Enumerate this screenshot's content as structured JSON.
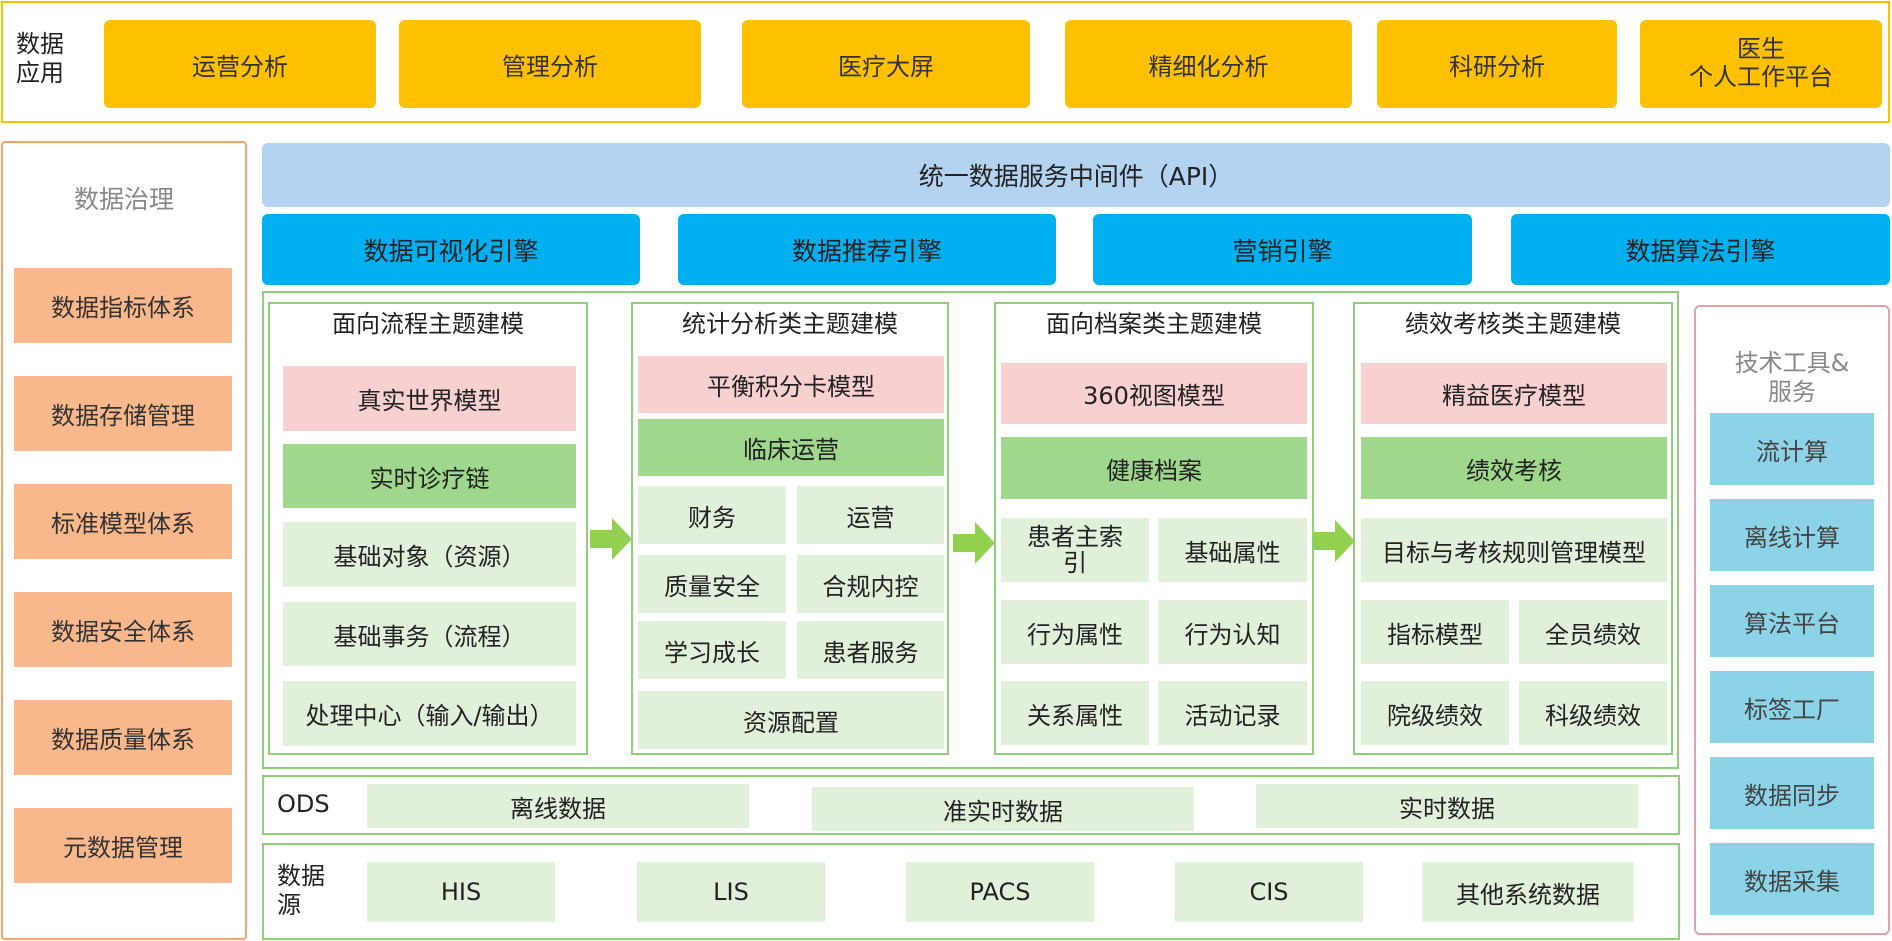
{
  "apps": {
    "label": "数据\n应用",
    "items": [
      "运营分析",
      "管理分析",
      "医疗大屏",
      "精细化分析",
      "科研分析",
      "医生\n个人工作平台"
    ]
  },
  "governance": {
    "title": "数据治理",
    "items": [
      "数据指标体系",
      "数据存储管理",
      "标准模型体系",
      "数据安全体系",
      "数据质量体系",
      "元数据管理"
    ]
  },
  "api": "统一数据服务中间件（API）",
  "engines": [
    "数据可视化引擎",
    "数据推荐引擎",
    "营销引擎",
    "数据算法引擎"
  ],
  "modeling": {
    "process": {
      "title": "面向流程主题建模",
      "pink": "真实世界模型",
      "green": "实时诊疗链",
      "rows": [
        "基础对象（资源）",
        "基础事务（流程）",
        "处理中心（输入/输出）"
      ]
    },
    "stats": {
      "title": "统计分析类主题建模",
      "pink": "平衡积分卡模型",
      "green": "临床运营",
      "cells": [
        "财务",
        "运营",
        "质量安全",
        "合规内控",
        "学习成长",
        "患者服务"
      ],
      "bottom": "资源配置"
    },
    "archive": {
      "title": "面向档案类主题建模",
      "pink": "360视图模型",
      "green": "健康档案",
      "cells": [
        "患者主索\n引",
        "基础属性",
        "行为属性",
        "行为认知",
        "关系属性",
        "活动记录"
      ]
    },
    "perf": {
      "title": "绩效考核类主题建模",
      "pink": "精益医疗模型",
      "green": "绩效考核",
      "wide": "目标与考核规则管理模型",
      "cells": [
        "指标模型",
        "全员绩效",
        "院级绩效",
        "科级绩效"
      ]
    }
  },
  "ods": {
    "label": "ODS",
    "items": [
      "离线数据",
      "准实时数据",
      "实时数据"
    ]
  },
  "sources": {
    "label": "数据\n源",
    "items": [
      "HIS",
      "LIS",
      "PACS",
      "CIS",
      "其他系统数据"
    ]
  },
  "tools": {
    "title": "技术工具&\n服务",
    "items": [
      "流计算",
      "离线计算",
      "算法平台",
      "标签工厂",
      "数据同步",
      "数据采集"
    ]
  },
  "colors": {
    "yellow": "#ffc000",
    "orange": "#f8b88b",
    "pink": "#f8d0d0",
    "green": "#9fd78c",
    "light_green": "#e0f0da",
    "cyan": "#00b0f0",
    "api_blue": "#b3d3f0",
    "tool_blue": "#8dd3e8",
    "arrow_green": "#92d050"
  }
}
